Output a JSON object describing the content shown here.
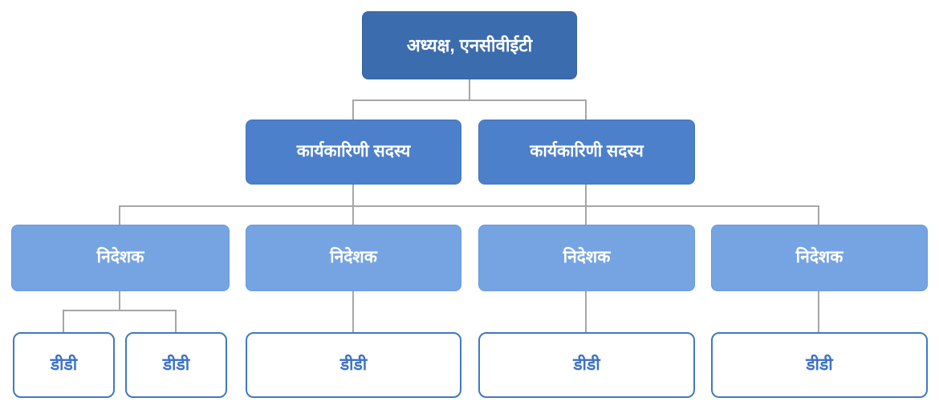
{
  "diagram": {
    "type": "org-chart",
    "background_color": "#ffffff",
    "connector_color": "#a6a6a6",
    "colors": {
      "level1_fill": "#3b6cae",
      "level2_fill": "#4c80cb",
      "level3_fill": "#76a4e3",
      "level4_fill": "#ffffff",
      "level4_border": "#3e7ac4",
      "level4_text": "#3d72c6",
      "level1to3_text": "#ffffff"
    },
    "nodes": {
      "chairman": {
        "label": "अध्यक्ष, एनसीवीईटी"
      },
      "executives": [
        {
          "label": "कार्यकारिणी सदस्य"
        },
        {
          "label": "कार्यकारिणी सदस्य"
        }
      ],
      "directors": [
        {
          "label": "निदेशक"
        },
        {
          "label": "निदेशक"
        },
        {
          "label": "निदेशक"
        },
        {
          "label": "निदेशक"
        }
      ],
      "deputy_directors": [
        {
          "label": "डीडी"
        },
        {
          "label": "डीडी"
        },
        {
          "label": "डीडी"
        },
        {
          "label": "डीडी"
        },
        {
          "label": "डीडी"
        }
      ]
    },
    "structure": {
      "chairman_children": [
        "executive-1",
        "executive-2"
      ],
      "executives_children": [
        "director-1",
        "director-2",
        "director-3",
        "director-4"
      ],
      "director-1_children": [
        "dd-1",
        "dd-2"
      ],
      "director-2_children": [
        "dd-3"
      ],
      "director-3_children": [
        "dd-4"
      ],
      "director-4_children": [
        "dd-5"
      ]
    }
  }
}
